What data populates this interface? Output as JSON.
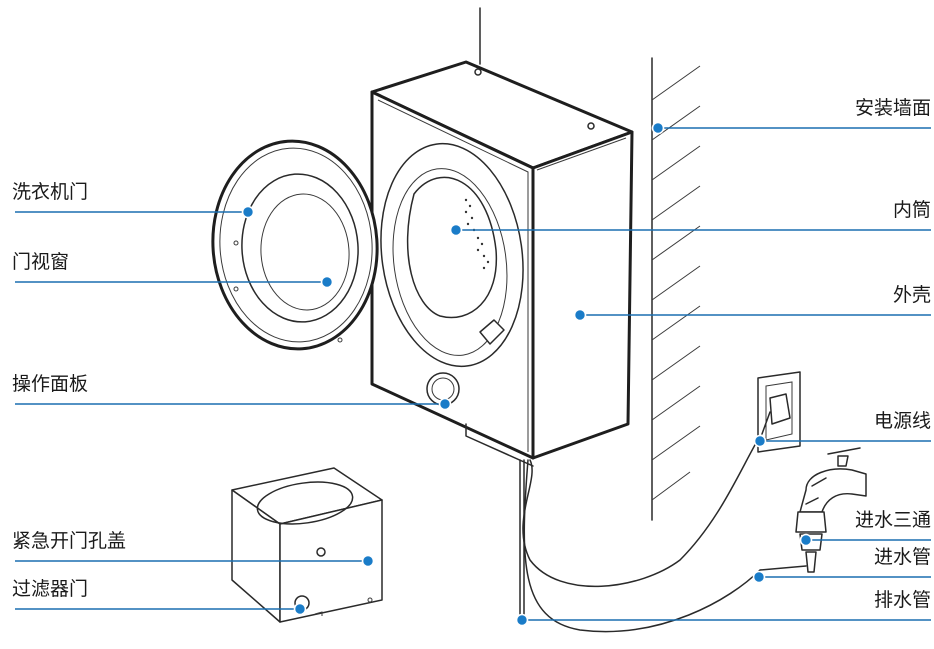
{
  "labels": {
    "door": "洗衣机门",
    "window": "门视窗",
    "panel": "操作面板",
    "cover": "紧急开门孔盖",
    "filter": "过滤器门",
    "wall": "安装墙面",
    "drum": "内筒",
    "shell": "外壳",
    "power_cord": "电源线",
    "tee": "进水三通",
    "inlet_hose": "进水管",
    "drain_hose": "排水管"
  },
  "colors": {
    "leader": "#1a6fb0",
    "dot": "#1a7cc8",
    "ink": "#1e1e1e"
  }
}
